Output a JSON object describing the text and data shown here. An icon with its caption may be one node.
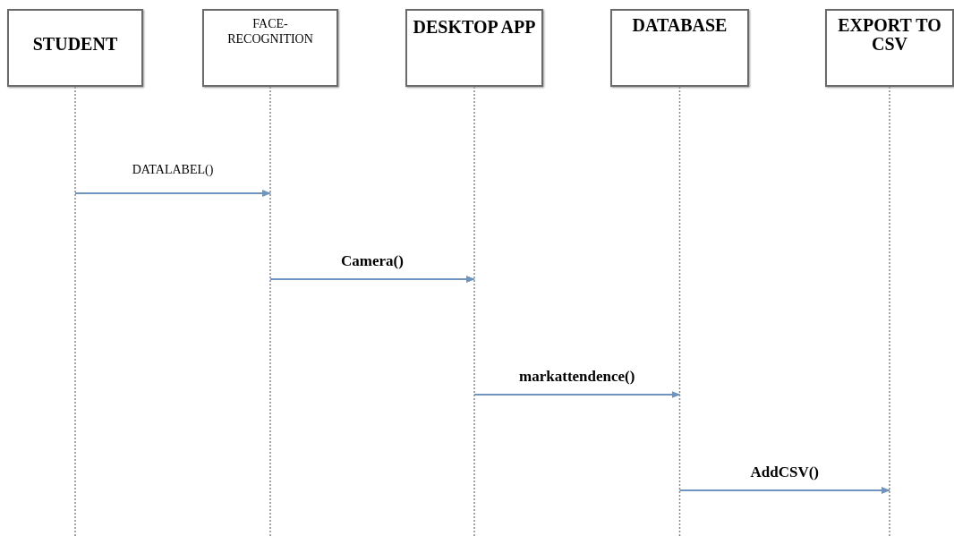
{
  "diagram": {
    "nodes": [
      {
        "text": [
          "STUDENT"
        ]
      },
      {
        "text": [
          "FACE-RECOGNITION"
        ]
      },
      {
        "text": [
          "DESKTOP APP"
        ]
      },
      {
        "text": [
          "DATABASE"
        ]
      },
      {
        "text": [
          "EXPORT TO CSV"
        ]
      }
    ],
    "edges": [
      {
        "from": 0,
        "to": 1,
        "arrow": "to",
        "label": "DATALABEL()"
      },
      {
        "from": 1,
        "to": 2,
        "arrow": "to",
        "label": "Camera()"
      },
      {
        "from": 2,
        "to": 3,
        "arrow": "to",
        "label": "markattendence()"
      },
      {
        "from": 3,
        "to": 4,
        "arrow": "to",
        "label": "AddCSV()"
      }
    ]
  }
}
